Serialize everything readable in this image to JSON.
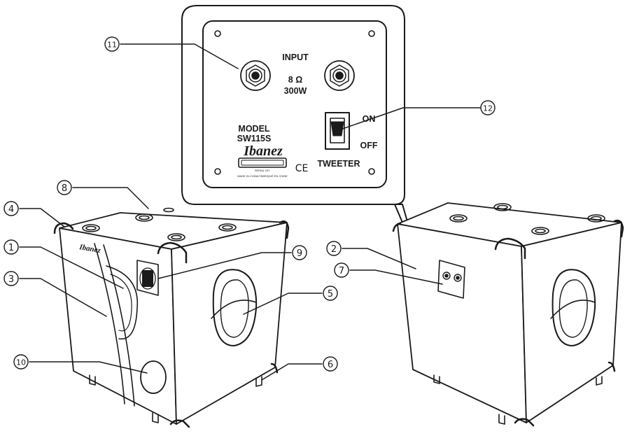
{
  "panel": {
    "input_label": "INPUT",
    "impedance": "8 Ω",
    "power": "300W",
    "model_label": "MODEL",
    "model_number": "SW115S",
    "brand": "Ibanez",
    "serial_label": "SERIAL NO.",
    "made_in": "MADE IN CHINA  FABRIQUÉ EN CHINE",
    "ce_mark": "CE",
    "switch_on": "ON",
    "switch_off": "OFF",
    "tweeter_label": "TWEETER"
  },
  "cabinet": {
    "front_logo": "Ibanez"
  },
  "callouts": [
    {
      "num": "1",
      "glyph": "①"
    },
    {
      "num": "2",
      "glyph": "②"
    },
    {
      "num": "3",
      "glyph": "③"
    },
    {
      "num": "4",
      "glyph": "④"
    },
    {
      "num": "5",
      "glyph": "⑤"
    },
    {
      "num": "6",
      "glyph": "⑥"
    },
    {
      "num": "7",
      "glyph": "⑦"
    },
    {
      "num": "8",
      "glyph": "⑧"
    },
    {
      "num": "9",
      "glyph": "⑨"
    },
    {
      "num": "10",
      "glyph": "⑩"
    },
    {
      "num": "11",
      "glyph": "⑪"
    },
    {
      "num": "12",
      "glyph": "⑫"
    }
  ]
}
